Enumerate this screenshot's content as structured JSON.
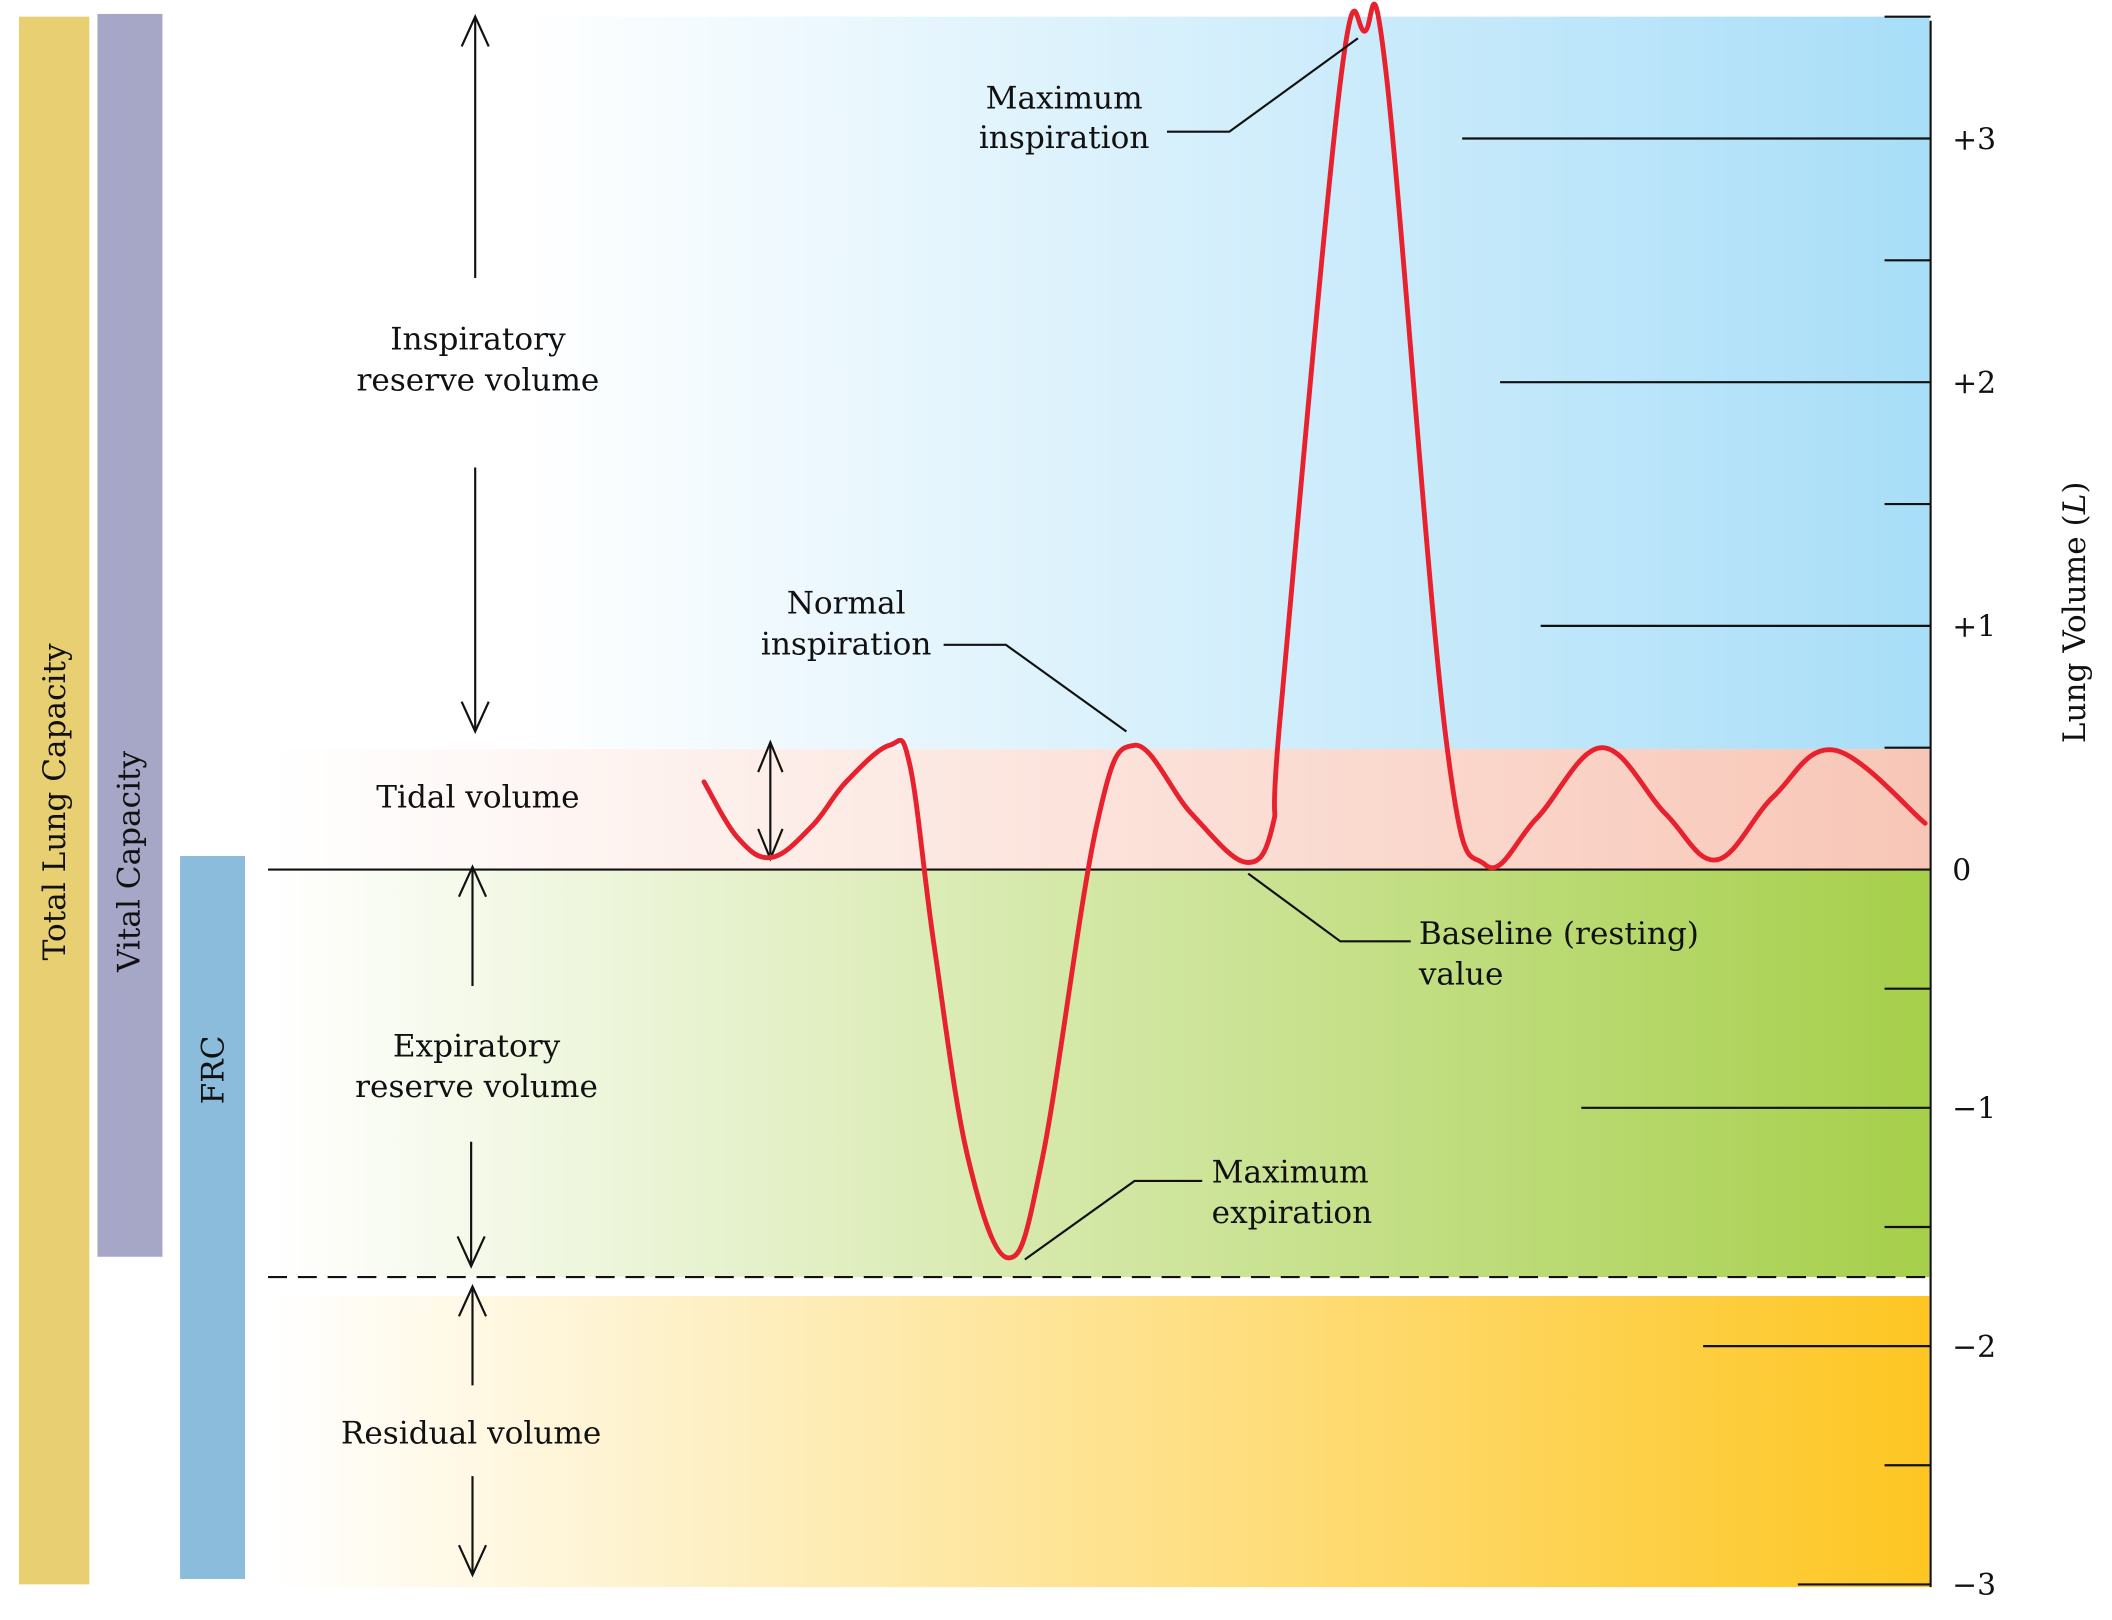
{
  "chart_data": {
    "type": "line",
    "title": "",
    "ylabel": "Lung Volume (L)",
    "xlabel": "",
    "ylim": [
      -3,
      3.5
    ],
    "yticks": [
      {
        "value": 3,
        "label": "+3"
      },
      {
        "value": 2,
        "label": "+2"
      },
      {
        "value": 1,
        "label": "+1"
      },
      {
        "value": 0,
        "label": "0"
      },
      {
        "value": -1,
        "label": "−1"
      },
      {
        "value": -2,
        "label": "−2"
      },
      {
        "value": -3,
        "label": "−3"
      }
    ],
    "minor_ticks": [
      3.5,
      2.5,
      1.5,
      0.5,
      -0.5,
      -1.5,
      -2.5
    ],
    "series": [
      {
        "name": "Lung volume trace",
        "color": "#e8212e",
        "t": [
          0,
          2.5,
          5,
          8,
          10.5,
          13.7,
          15.2,
          17,
          19.5,
          22.5,
          25,
          29,
          31.8,
          36,
          40,
          42,
          42.6,
          47,
          48.8,
          50.4,
          54.8,
          57.7,
          61.5,
          66.3,
          71,
          74.8,
          79,
          83.5,
          90.2
        ],
        "v": [
          0.36,
          0.13,
          0.05,
          0.18,
          0.36,
          0.51,
          0.43,
          -0.32,
          -1.21,
          -1.63,
          -1.21,
          0.18,
          0.51,
          0.23,
          0.03,
          0.18,
          0.65,
          3.23,
          3.44,
          3.26,
          0.54,
          0.02,
          0.21,
          0.5,
          0.23,
          0.04,
          0.3,
          0.49,
          0.19
        ]
      }
    ],
    "regions": [
      {
        "name": "Inspiratory reserve volume",
        "from": 0.5,
        "to": 3.5,
        "color": "#a8def8"
      },
      {
        "name": "Tidal volume",
        "from": 0,
        "to": 0.5,
        "color": "#f8c6b6"
      },
      {
        "name": "Expiratory reserve volume",
        "from": -1.7,
        "to": 0,
        "color": "#a6cf4a"
      },
      {
        "name": "Residual volume",
        "from": -3,
        "to": -1.75,
        "color": "#fdc622"
      }
    ]
  },
  "capacities": {
    "total": {
      "label": "Total Lung Capacity",
      "color": "#e8cf72"
    },
    "vital": {
      "label": "Vital Capacity",
      "color": "#a6a6c6"
    },
    "frc": {
      "label": "FRC",
      "color": "#8bbcdb"
    }
  },
  "volumes": {
    "irv": [
      "Inspiratory",
      "reserve volume"
    ],
    "tidal": "Tidal volume",
    "erv": [
      "Expiratory",
      "reserve volume"
    ],
    "rv": "Residual volume"
  },
  "annotations": {
    "max_insp": [
      "Maximum",
      "inspiration"
    ],
    "normal_insp": [
      "Normal",
      "inspiration"
    ],
    "baseline": [
      "Baseline (resting)",
      "value"
    ],
    "max_exp": [
      "Maximum",
      "expiration"
    ]
  },
  "axis": {
    "title_main": "Lung Volume (",
    "title_unit": "L",
    "title_close": ")"
  }
}
